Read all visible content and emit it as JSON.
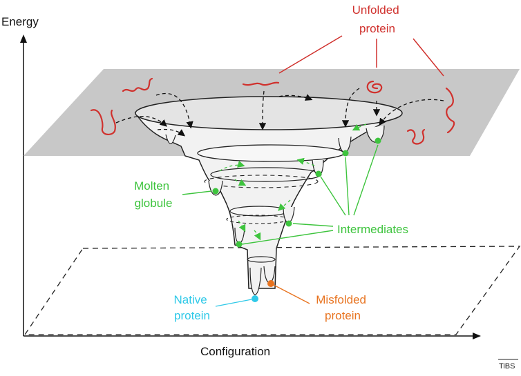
{
  "axes": {
    "y_label": "Energy",
    "x_label": "Configuration"
  },
  "labels": {
    "unfolded_line1": "Unfolded",
    "unfolded_line2": "protein",
    "molten_line1": "Molten",
    "molten_line2": "globule",
    "intermediates": "Intermediates",
    "native_line1": "Native",
    "native_line2": "protein",
    "misfolded_line1": "Misfolded",
    "misfolded_line2": "protein"
  },
  "credit": "TiBS",
  "colors": {
    "unfolded": "#d0312d",
    "intermediate": "#3ec43e",
    "native": "#2fc9e8",
    "misfolded": "#e8731f",
    "plane": "#c8c8c8",
    "funnel": "#eeeeee"
  }
}
